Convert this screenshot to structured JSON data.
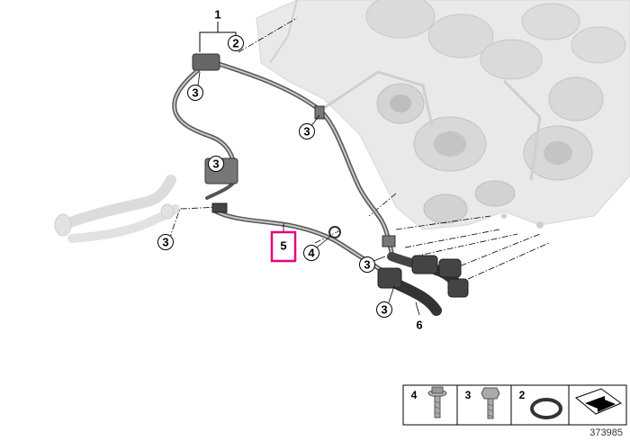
{
  "diagram": {
    "labels": {
      "group_1": "1",
      "callout_2": "2",
      "callout_3a": "3",
      "callout_3b": "3",
      "callout_3c": "3",
      "callout_3d": "3",
      "callout_3e": "3",
      "callout_3f": "3",
      "callout_4": "4",
      "selected_5": "5",
      "label_6": "6"
    },
    "highlight_color": "#e6007e",
    "legend": {
      "items": [
        {
          "num": "4",
          "icon": "washer-bolt-icon"
        },
        {
          "num": "3",
          "icon": "hex-bolt-icon"
        },
        {
          "num": "2",
          "icon": "o-ring-icon"
        },
        {
          "num": "",
          "icon": "direction-arrow-icon"
        }
      ]
    },
    "part_number": "373985"
  }
}
